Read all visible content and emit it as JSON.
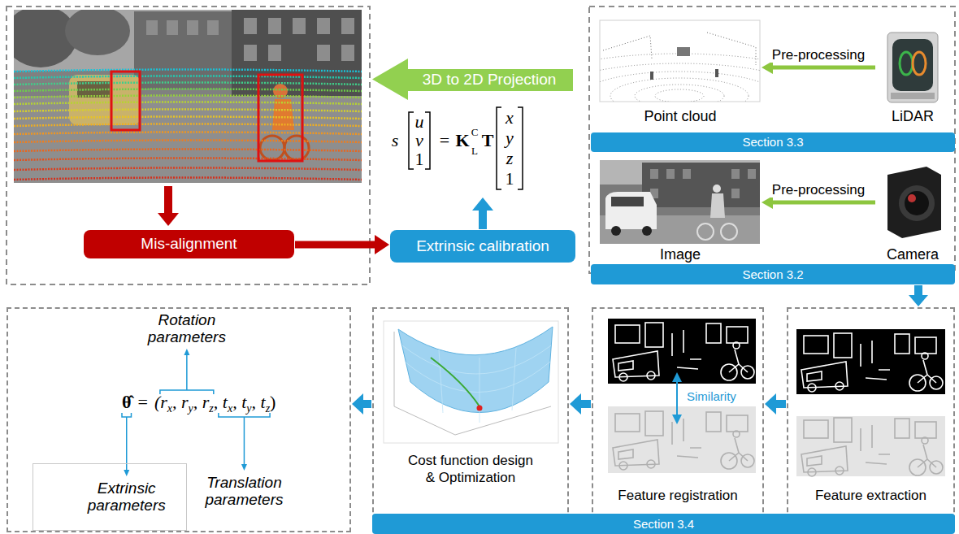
{
  "diagram": {
    "nodes": [
      {
        "text": [
          "3D to 2D Projection"
        ]
      },
      {
        "text": [
          "Point cloud"
        ]
      },
      {
        "text": [
          "LiDAR"
        ]
      },
      {
        "text": [
          "Section 3.3"
        ]
      },
      {
        "text": [
          "Image"
        ]
      },
      {
        "text": [
          "Camera"
        ]
      },
      {
        "text": [
          "Section 3.2"
        ]
      },
      {
        "text": [
          "Mis-alignment"
        ]
      },
      {
        "text": [
          "Extrinsic calibration"
        ]
      },
      {
        "text": [
          "Rotation parameters",
          "Translation parameters"
        ]
      },
      {
        "text": [
          "Extrinsic parameters"
        ],
        "in": 9
      },
      {
        "text": [
          "Cost function design & Optimization"
        ]
      },
      {
        "text": [
          "Feature registration"
        ]
      },
      {
        "text": [
          "Feature extraction"
        ]
      },
      {
        "text": [
          "Section 3.4"
        ]
      }
    ],
    "edges": [
      {
        "from": 2,
        "to": 1,
        "arrow": "to",
        "label": "Pre-processing"
      },
      {
        "from": 5,
        "to": 4,
        "arrow": "to",
        "label": "Pre-processing"
      },
      {
        "from": 7,
        "to": 8,
        "arrow": "to"
      },
      {
        "from": 6,
        "to": 13,
        "arrow": "to"
      },
      {
        "from": 13,
        "to": 12,
        "arrow": "to"
      },
      {
        "from": 12,
        "to": 11,
        "arrow": "to"
      },
      {
        "from": 11,
        "to": 9,
        "arrow": "to"
      }
    ],
    "labels": [
      "s",
      "u",
      "v",
      "1",
      "=",
      "K",
      "C",
      "L",
      "T",
      "x",
      "y",
      "z",
      "1",
      "θ̂",
      "=",
      "(r",
      "x",
      ", r",
      "y",
      ", r",
      "z",
      ", t",
      "x",
      ", t",
      "y",
      ", t",
      "z",
      ")",
      "Similarity"
    ]
  }
}
